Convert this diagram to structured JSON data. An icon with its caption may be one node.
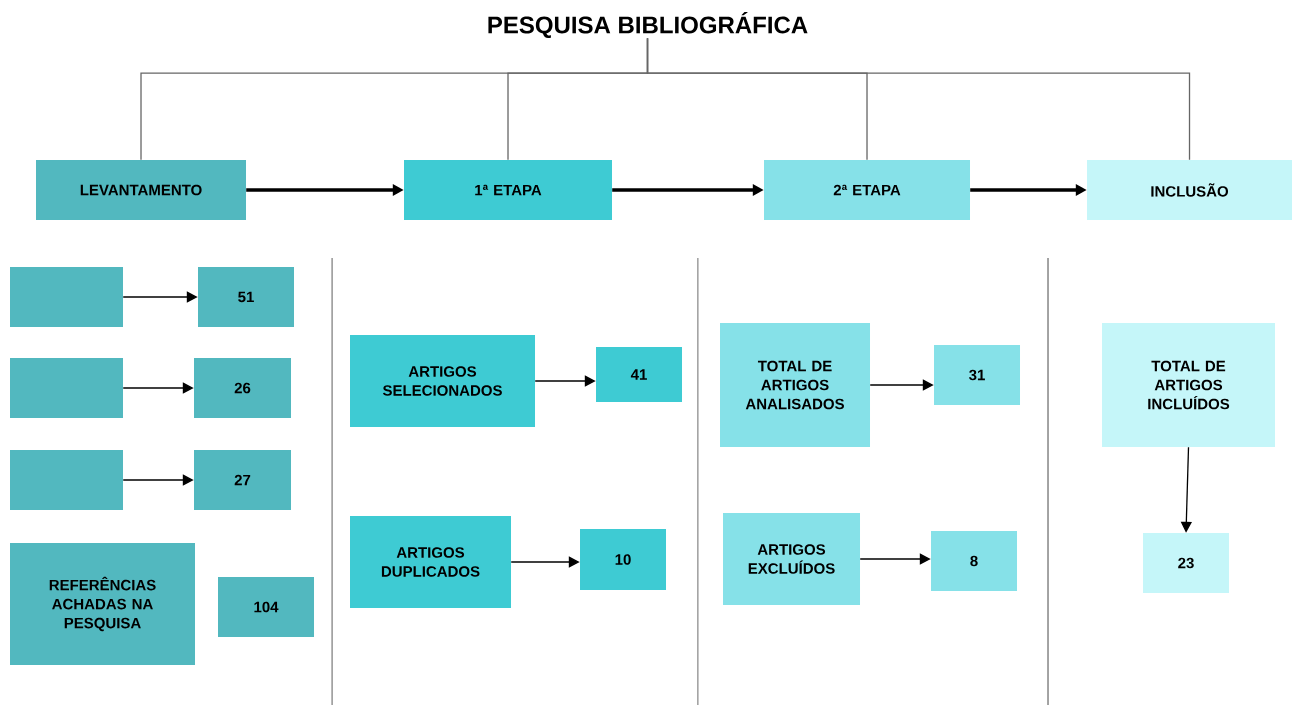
{
  "diagram": {
    "nodes": [
      {
        "text": [
          "PESQUISA BIBLIOGRÁFICA"
        ]
      },
      {
        "text": [
          "LEVANTAMENTO"
        ]
      },
      {
        "text": [
          "1ª ETAPA"
        ]
      },
      {
        "text": [
          "2ª ETAPA"
        ]
      },
      {
        "text": [
          "INCLUSÃO"
        ]
      },
      {
        "text": [],
        "shape": "box"
      },
      {
        "text": [
          "51"
        ]
      },
      {
        "text": [],
        "shape": "box"
      },
      {
        "text": [
          "26"
        ]
      },
      {
        "text": [],
        "shape": "box"
      },
      {
        "text": [
          "27"
        ]
      },
      {
        "text": [
          "REFERÊNCIAS ACHADAS NA PESQUISA"
        ]
      },
      {
        "text": [
          "104"
        ]
      },
      {
        "text": [
          "ARTIGOS SELECIONADOS"
        ]
      },
      {
        "text": [
          "41"
        ]
      },
      {
        "text": [
          "ARTIGOS DUPLICADOS"
        ]
      },
      {
        "text": [
          "10"
        ]
      },
      {
        "text": [
          "TOTAL DE ARTIGOS ANALISADOS"
        ]
      },
      {
        "text": [
          "31"
        ]
      },
      {
        "text": [
          "ARTIGOS EXCLUÍDOS"
        ]
      },
      {
        "text": [
          "8"
        ]
      },
      {
        "text": [
          "TOTAL DE ARTIGOS INCLUÍDOS"
        ]
      },
      {
        "text": [
          "23"
        ]
      }
    ],
    "edges": [
      {
        "from": 0,
        "to": 1,
        "arrow": "none",
        "color": "#666666"
      },
      {
        "from": 0,
        "to": 2,
        "arrow": "none",
        "color": "#666666"
      },
      {
        "from": 0,
        "to": 3,
        "arrow": "none",
        "color": "#666666"
      },
      {
        "from": 0,
        "to": 4,
        "arrow": "none",
        "color": "#666666"
      },
      {
        "from": 1,
        "to": 2,
        "arrow": "to",
        "style": "thick"
      },
      {
        "from": 2,
        "to": 3,
        "arrow": "to",
        "style": "thick"
      },
      {
        "from": 3,
        "to": 4,
        "arrow": "to",
        "style": "thick"
      },
      {
        "from": 5,
        "to": 6,
        "arrow": "to"
      },
      {
        "from": 7,
        "to": 8,
        "arrow": "to"
      },
      {
        "from": 9,
        "to": 10,
        "arrow": "to"
      },
      {
        "from": 13,
        "to": 14,
        "arrow": "to"
      },
      {
        "from": 15,
        "to": 16,
        "arrow": "to"
      },
      {
        "from": 17,
        "to": 18,
        "arrow": "to"
      },
      {
        "from": 19,
        "to": 20,
        "arrow": "to"
      },
      {
        "from": 21,
        "to": 22,
        "arrow": "to"
      }
    ]
  }
}
